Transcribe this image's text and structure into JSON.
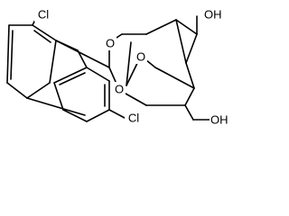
{
  "molecule": {
    "atoms": {
      "cl_top": "Cl",
      "cl_bottom": "Cl",
      "o_ring_top": "O",
      "o_bridge": "O",
      "o_ring_bottom": "O",
      "oh_top": "OH",
      "oh_bottom": "OH"
    }
  },
  "colors": {
    "bond": "#000000",
    "background": "#ffffff",
    "text": "#000000"
  }
}
